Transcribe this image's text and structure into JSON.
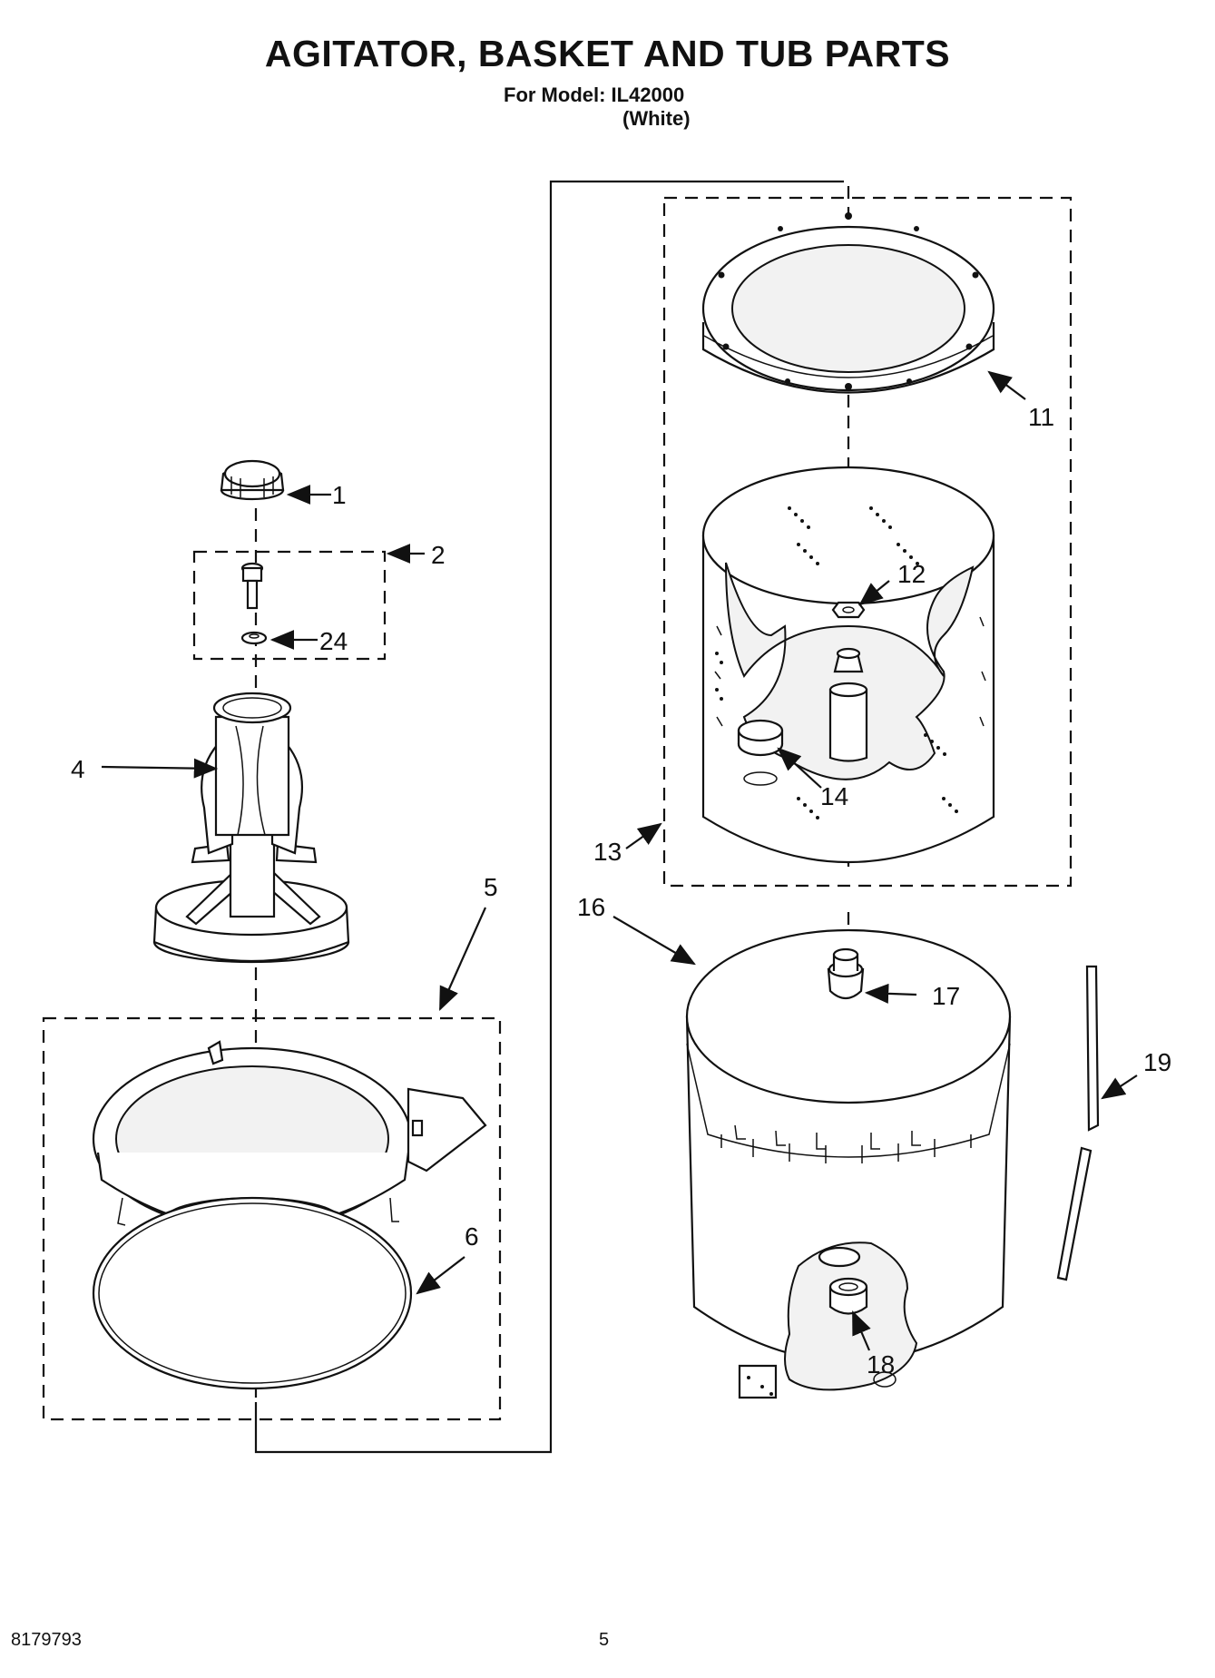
{
  "header": {
    "title": "AGITATOR, BASKET AND TUB PARTS",
    "model_line": "For Model: IL42000",
    "color_line": "(White)"
  },
  "footer": {
    "doc_number": "8179793",
    "page_number": "5"
  },
  "callouts": {
    "c1": "1",
    "c2": "2",
    "c4": "4",
    "c5": "5",
    "c6": "6",
    "c11": "11",
    "c12": "12",
    "c13": "13",
    "c14": "14",
    "c16": "16",
    "c17": "17",
    "c18": "18",
    "c19": "19",
    "c24": "24"
  }
}
